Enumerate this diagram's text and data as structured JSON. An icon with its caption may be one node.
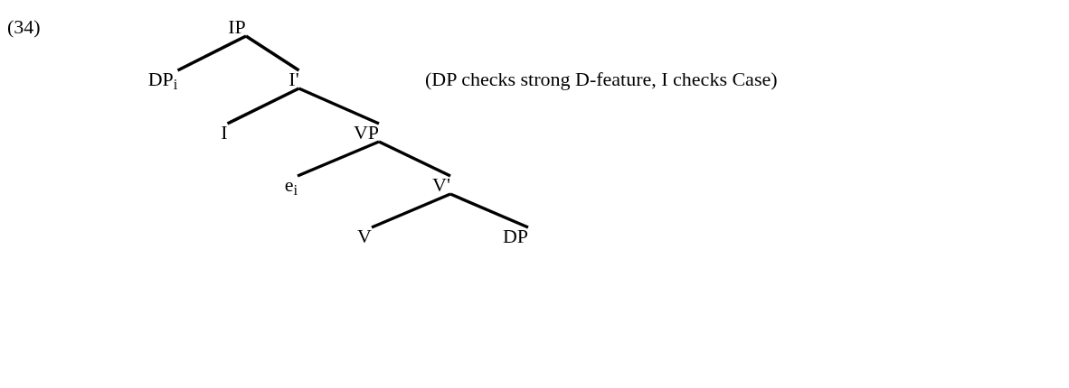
{
  "diagram": {
    "nodes": [
      {
        "text": [
          "IP"
        ]
      },
      {
        "text": [
          "DP$_{i}$"
        ]
      },
      {
        "text": [
          "I'"
        ]
      },
      {
        "text": [
          "I"
        ]
      },
      {
        "text": [
          "VP"
        ]
      },
      {
        "text": [
          "e$_{i}$"
        ]
      },
      {
        "text": [
          "V'"
        ]
      },
      {
        "text": [
          "V"
        ]
      },
      {
        "text": [
          "DP"
        ]
      }
    ],
    "edges": [
      {
        "from": 0,
        "to": 1,
        "arrow": "none"
      },
      {
        "from": 0,
        "to": 2,
        "arrow": "none"
      },
      {
        "from": 2,
        "to": 3,
        "arrow": "none"
      },
      {
        "from": 2,
        "to": 4,
        "arrow": "none"
      },
      {
        "from": 4,
        "to": 5,
        "arrow": "none"
      },
      {
        "from": 4,
        "to": 6,
        "arrow": "none"
      },
      {
        "from": 6,
        "to": 7,
        "arrow": "none"
      },
      {
        "from": 6,
        "to": 8,
        "arrow": "none"
      }
    ],
    "labels": [
      "(34)",
      "(DP checks strong D-feature, I checks Case)"
    ]
  }
}
